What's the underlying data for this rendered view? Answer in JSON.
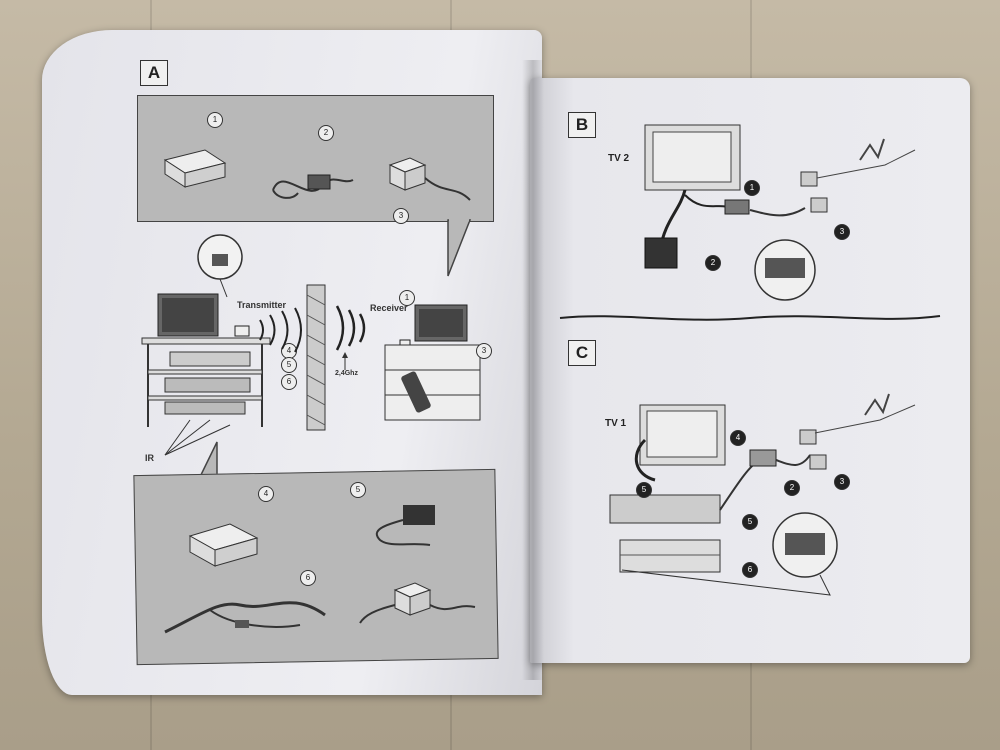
{
  "sections": {
    "a": "A",
    "b": "B",
    "c": "C"
  },
  "diagram_a": {
    "transmitter": "Transmitter",
    "receiver": "Receiver",
    "frequency": "2,4Ghz",
    "ir": "IR"
  },
  "diagram_b": {
    "tv": "TV 2"
  },
  "diagram_c": {
    "tv": "TV 1"
  },
  "callouts": [
    "1",
    "2",
    "3",
    "4",
    "5",
    "6"
  ]
}
